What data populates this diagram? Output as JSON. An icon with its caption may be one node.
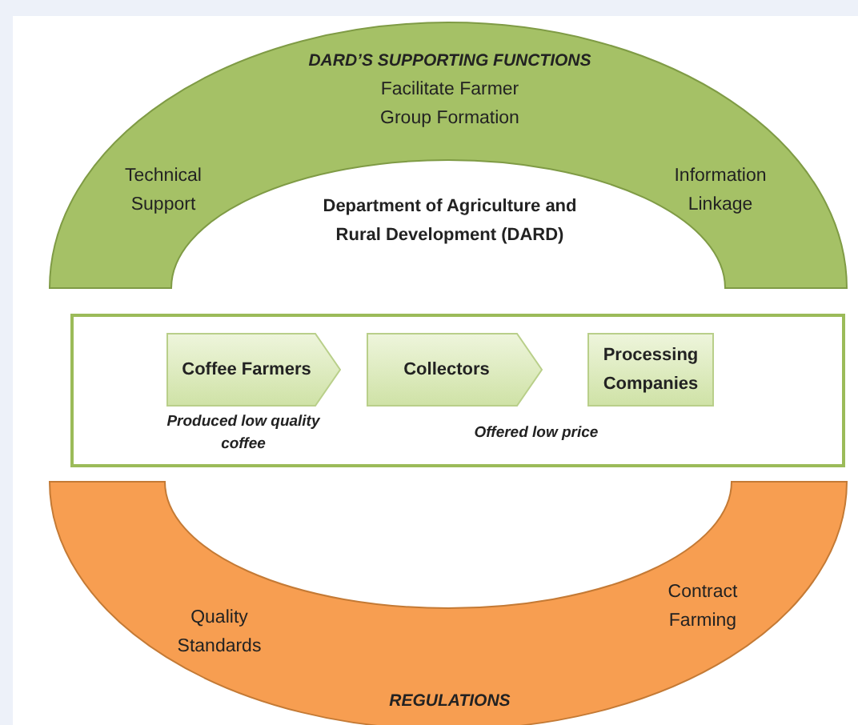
{
  "diagram": {
    "nodes": [
      {
        "text": [
          "DARD’S SUPPORTING FUNCTIONS",
          "Facilitate Farmer Group Formation",
          "Technical Support",
          "Information Linkage"
        ]
      },
      {
        "text": [],
        "shape": "box"
      },
      {
        "text": [
          "Coffee Farmers"
        ],
        "in": 1,
        "beside": [
          "Produced low quality coffee"
        ]
      },
      {
        "text": [
          "Collectors"
        ],
        "in": 1
      },
      {
        "text": [
          "Processing Companies"
        ],
        "in": 1
      },
      {
        "text": [
          "Quality Standards",
          "Contract Farming",
          "REGULATIONS"
        ]
      }
    ],
    "labels": [
      "Department of Agriculture and Rural Development (DARD)",
      "Offered low price"
    ]
  }
}
